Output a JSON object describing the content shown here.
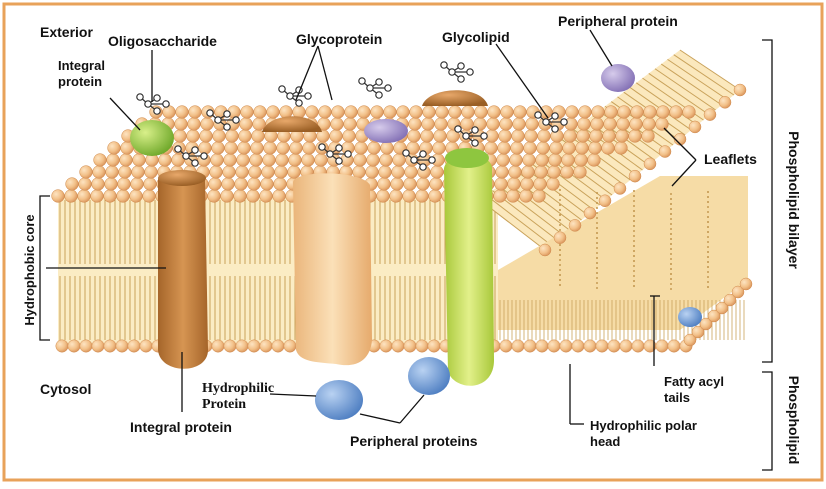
{
  "labels": {
    "exterior": "Exterior",
    "cytosol": "Cytosol",
    "oligosaccharide": "Oligosaccharide",
    "glycoprotein": "Glycoprotein",
    "glycolipid": "Glycolipid",
    "peripheral_protein": "Peripheral protein",
    "integral_protein_top": [
      "Integral",
      "protein"
    ],
    "hydrophobic_core": "Hydrophobic core",
    "leaflets": "Leaflets",
    "phospholipid_bilayer": "Phospholipid bilayer",
    "phospholipid": "Phospholipid",
    "integral_protein_bottom": "Integral protein",
    "hydrophilic_protein": [
      "Hydrophilic",
      "Protein"
    ],
    "peripheral_proteins": "Peripheral proteins",
    "fatty_acyl_tails": [
      "Fatty acyl",
      "tails"
    ],
    "hydrophilic_polar_head": [
      "Hydrophilic polar",
      "head"
    ]
  },
  "colors": {
    "frame": "#e8a25a",
    "head": "#f2c088",
    "head_shadow": "#d9935a",
    "tail": "#e6c98a",
    "integral_brown": "#c07a35",
    "integral_tan": "#f1c894",
    "integral_green": "#b8d84a",
    "peripheral_blue": "#6f9fd8",
    "peripheral_purple": "#9a86c2",
    "glycoprotein_brown": "#b5773a",
    "green_cap": "#8ec63f"
  }
}
